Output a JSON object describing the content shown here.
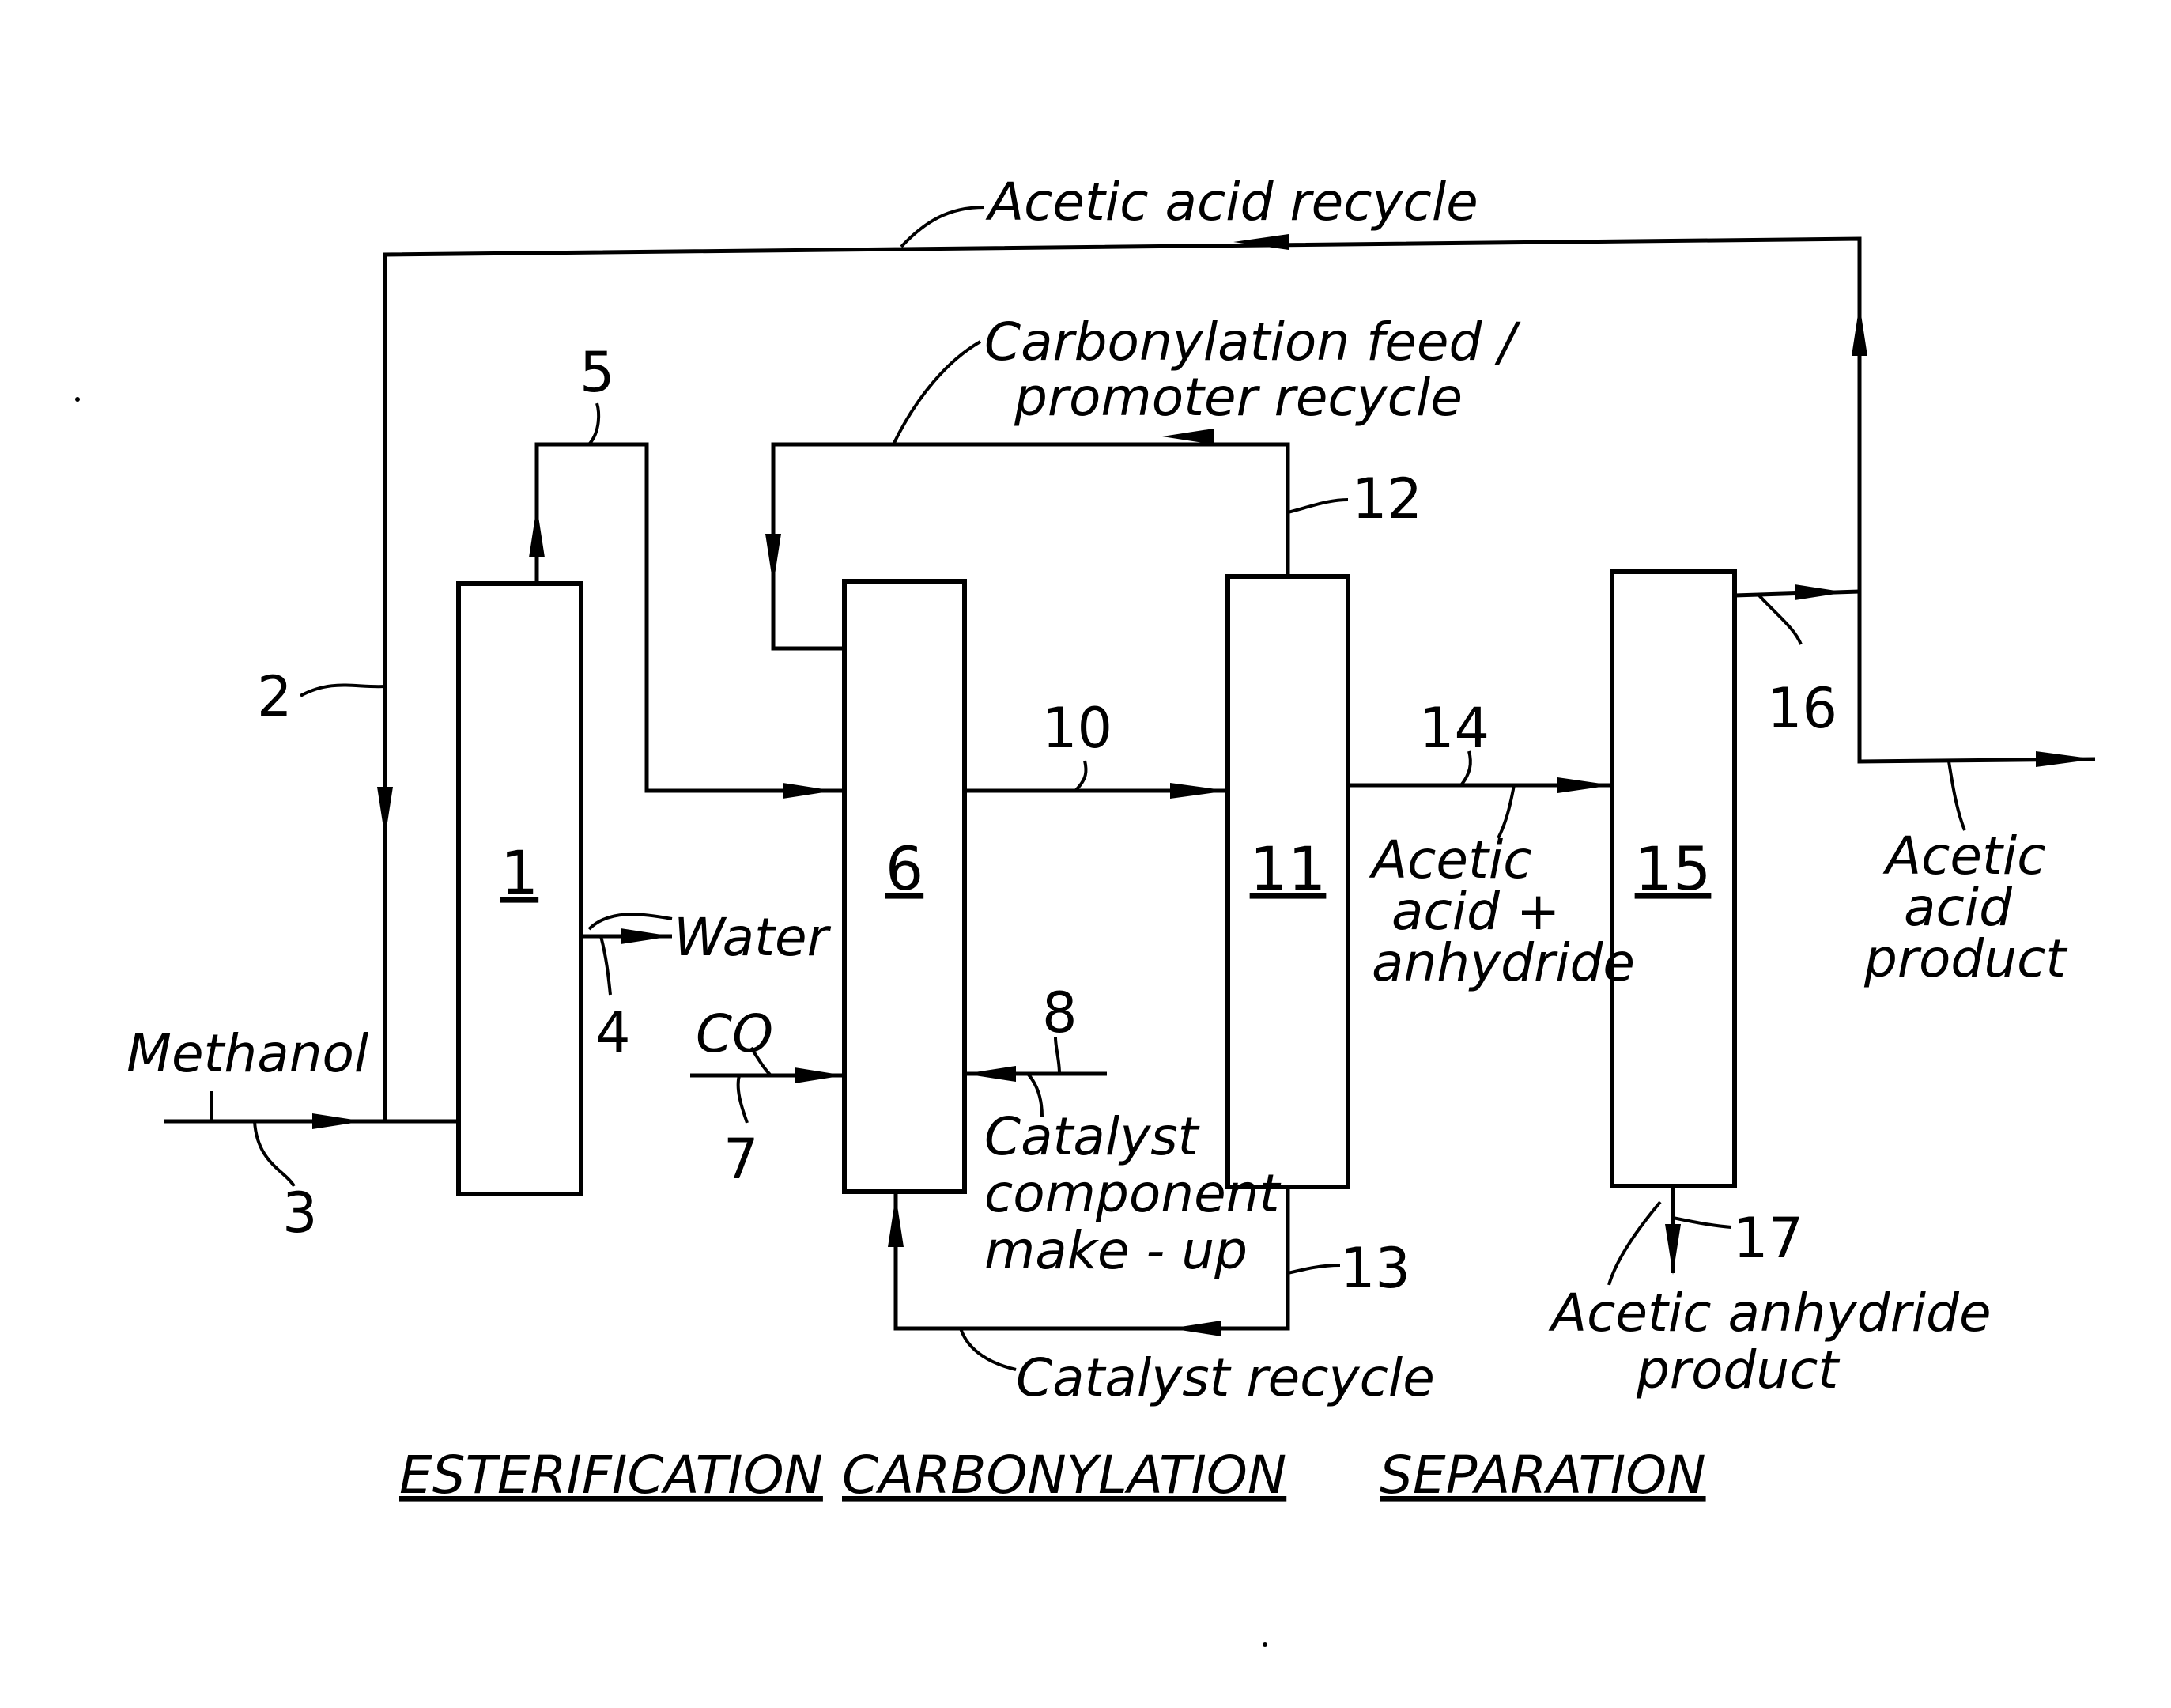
{
  "units": {
    "esterifier": "1",
    "carbonylation_reactor": "6",
    "separator_1": "11",
    "separator_2": "15"
  },
  "stream_numbers": {
    "s2": "2",
    "s3": "3",
    "s4": "4",
    "s5": "5",
    "s7": "7",
    "s8": "8",
    "s10": "10",
    "s12": "12",
    "s13": "13",
    "s14": "14",
    "s16": "16",
    "s17": "17"
  },
  "labels": {
    "acetic_acid_recycle": "Acetic acid recycle",
    "carbonylation_feed_line1": "Carbonylation feed /",
    "carbonylation_feed_line2": "promoter recycle",
    "water": "Water",
    "methanol": "Methanol",
    "co": "CO",
    "catalyst_makeup_line1": "Catalyst",
    "catalyst_makeup_line2": "component",
    "catalyst_makeup_line3": "make - up",
    "catalyst_recycle": "Catalyst recycle",
    "acid_anhydride_line1": "Acetic",
    "acid_anhydride_line2": "acid +",
    "acid_anhydride_line3": "anhydride",
    "acetic_acid_product_line1": "Acetic",
    "acetic_acid_product_line2": "acid",
    "acetic_acid_product_line3": "product",
    "acetic_anhydride_product_line1": "Acetic anhydride",
    "acetic_anhydride_product_line2": "product"
  },
  "sections": {
    "esterification": "ESTERIFICATION",
    "carbonylation": "CARBONYLATION",
    "separation": "SEPARATION"
  }
}
